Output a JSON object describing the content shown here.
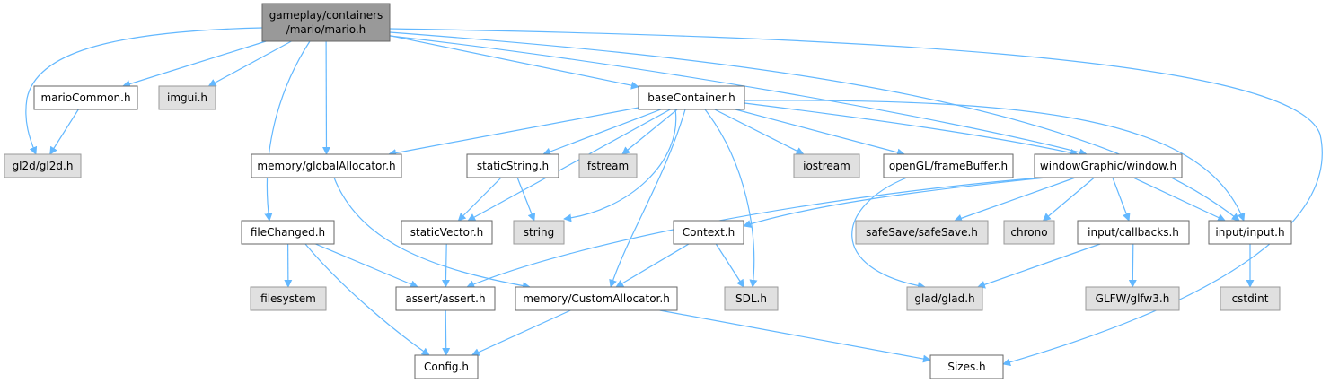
{
  "colors": {
    "root_fill": "#999999",
    "node_fill": "#ffffff",
    "external_fill": "#e0e0e0",
    "border": "#666666",
    "ext_border": "#999999",
    "edge": "#63b8ff"
  },
  "nodes": [
    {
      "id": "root",
      "lines": [
        "gameplay/containers",
        "/mario/mario.h"
      ],
      "kind": "root"
    },
    {
      "id": "marioCommon",
      "lines": [
        "marioCommon.h"
      ],
      "kind": "file"
    },
    {
      "id": "imgui",
      "lines": [
        "imgui.h"
      ],
      "kind": "external"
    },
    {
      "id": "gl2d",
      "lines": [
        "gl2d/gl2d.h"
      ],
      "kind": "external"
    },
    {
      "id": "baseContainer",
      "lines": [
        "baseContainer.h"
      ],
      "kind": "file"
    },
    {
      "id": "globalAllocator",
      "lines": [
        "memory/globalAllocator.h"
      ],
      "kind": "file"
    },
    {
      "id": "staticString",
      "lines": [
        "staticString.h"
      ],
      "kind": "file"
    },
    {
      "id": "fstream",
      "lines": [
        "fstream"
      ],
      "kind": "external"
    },
    {
      "id": "iostream",
      "lines": [
        "iostream"
      ],
      "kind": "external"
    },
    {
      "id": "frameBuffer",
      "lines": [
        "openGL/frameBuffer.h"
      ],
      "kind": "file"
    },
    {
      "id": "window",
      "lines": [
        "windowGraphic/window.h"
      ],
      "kind": "file"
    },
    {
      "id": "fileChanged",
      "lines": [
        "fileChanged.h"
      ],
      "kind": "file"
    },
    {
      "id": "staticVector",
      "lines": [
        "staticVector.h"
      ],
      "kind": "file"
    },
    {
      "id": "string",
      "lines": [
        "string"
      ],
      "kind": "external"
    },
    {
      "id": "context",
      "lines": [
        "Context.h"
      ],
      "kind": "file"
    },
    {
      "id": "safeSave",
      "lines": [
        "safeSave/safeSave.h"
      ],
      "kind": "external"
    },
    {
      "id": "chrono",
      "lines": [
        "chrono"
      ],
      "kind": "external"
    },
    {
      "id": "callbacks",
      "lines": [
        "input/callbacks.h"
      ],
      "kind": "file"
    },
    {
      "id": "input",
      "lines": [
        "input/input.h"
      ],
      "kind": "file"
    },
    {
      "id": "filesystem",
      "lines": [
        "filesystem"
      ],
      "kind": "external"
    },
    {
      "id": "assert",
      "lines": [
        "assert/assert.h"
      ],
      "kind": "file"
    },
    {
      "id": "customAllocator",
      "lines": [
        "memory/CustomAllocator.h"
      ],
      "kind": "file"
    },
    {
      "id": "sdl",
      "lines": [
        "SDL.h"
      ],
      "kind": "external"
    },
    {
      "id": "glad",
      "lines": [
        "glad/glad.h"
      ],
      "kind": "external"
    },
    {
      "id": "glfw",
      "lines": [
        "GLFW/glfw3.h"
      ],
      "kind": "external"
    },
    {
      "id": "cstdint",
      "lines": [
        "cstdint"
      ],
      "kind": "external"
    },
    {
      "id": "config",
      "lines": [
        "Config.h"
      ],
      "kind": "file"
    },
    {
      "id": "sizes",
      "lines": [
        "Sizes.h"
      ],
      "kind": "file"
    }
  ],
  "edges": [
    [
      "root",
      "gl2d"
    ],
    [
      "root",
      "marioCommon"
    ],
    [
      "root",
      "imgui"
    ],
    [
      "root",
      "fileChanged"
    ],
    [
      "root",
      "globalAllocator"
    ],
    [
      "root",
      "baseContainer"
    ],
    [
      "root",
      "window"
    ],
    [
      "root",
      "input"
    ],
    [
      "root",
      "sizes"
    ],
    [
      "marioCommon",
      "gl2d"
    ],
    [
      "baseContainer",
      "globalAllocator"
    ],
    [
      "baseContainer",
      "staticVector"
    ],
    [
      "baseContainer",
      "staticString"
    ],
    [
      "baseContainer",
      "fstream"
    ],
    [
      "baseContainer",
      "string"
    ],
    [
      "baseContainer",
      "customAllocator"
    ],
    [
      "baseContainer",
      "sdl"
    ],
    [
      "baseContainer",
      "iostream"
    ],
    [
      "baseContainer",
      "frameBuffer"
    ],
    [
      "baseContainer",
      "window"
    ],
    [
      "baseContainer",
      "input"
    ],
    [
      "globalAllocator",
      "customAllocator"
    ],
    [
      "staticString",
      "staticVector"
    ],
    [
      "staticString",
      "string"
    ],
    [
      "frameBuffer",
      "glad"
    ],
    [
      "window",
      "assert"
    ],
    [
      "window",
      "context"
    ],
    [
      "window",
      "safeSave"
    ],
    [
      "window",
      "chrono"
    ],
    [
      "window",
      "callbacks"
    ],
    [
      "window",
      "input"
    ],
    [
      "fileChanged",
      "filesystem"
    ],
    [
      "fileChanged",
      "assert"
    ],
    [
      "fileChanged",
      "config"
    ],
    [
      "staticVector",
      "assert"
    ],
    [
      "context",
      "customAllocator"
    ],
    [
      "context",
      "sdl"
    ],
    [
      "callbacks",
      "glad"
    ],
    [
      "callbacks",
      "glfw"
    ],
    [
      "input",
      "cstdint"
    ],
    [
      "assert",
      "config"
    ],
    [
      "customAllocator",
      "config"
    ],
    [
      "customAllocator",
      "sizes"
    ]
  ]
}
